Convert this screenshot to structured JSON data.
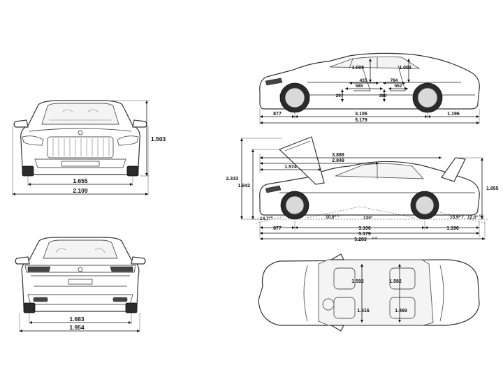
{
  "views": {
    "front": {
      "track": "1.655",
      "width_mirrors": "2.109",
      "height": "1.503"
    },
    "rear": {
      "track": "1.683",
      "width": "1.954"
    },
    "side_interior": {
      "headroom_front": "1.009",
      "headroom_rear": "1.003",
      "legroom_front_435": "435",
      "legroom_front_588": "588",
      "legroom_rear_784": "784",
      "legroom_rear_552": "552",
      "seat_height_front": "297",
      "seat_height_rear": "360",
      "front_overhang": "877",
      "wheelbase": "3.106",
      "rear_overhang": "1.196",
      "length": "5.179"
    },
    "side_open": {
      "len_3888": "3.888",
      "len_2849": "2.849",
      "len_1574": "1.574",
      "height_open": "2.333",
      "height_hood": "1.942",
      "height_trunk": "1.855",
      "angle_front": "14,7°",
      "angle_front_sup": "1)",
      "breakover": "10,6°",
      "breakover_sup": "1)",
      "angle_130": "130°",
      "angle_rear": "15,9°",
      "angle_rear_sup": "1)",
      "angle_rear_12": "12,0°",
      "angle_rear_12_sup": "1)2)",
      "front_overhang": "877",
      "wheelbase": "3.106",
      "rear_overhang": "1.196",
      "length": "5.179",
      "length_long": "5.283",
      "length_long_sup": "1) 2)"
    },
    "top": {
      "shoulder_front": "1.592",
      "shoulder_rear": "1.582",
      "hip_front": "1.516",
      "hip_rear": "1.469"
    }
  }
}
